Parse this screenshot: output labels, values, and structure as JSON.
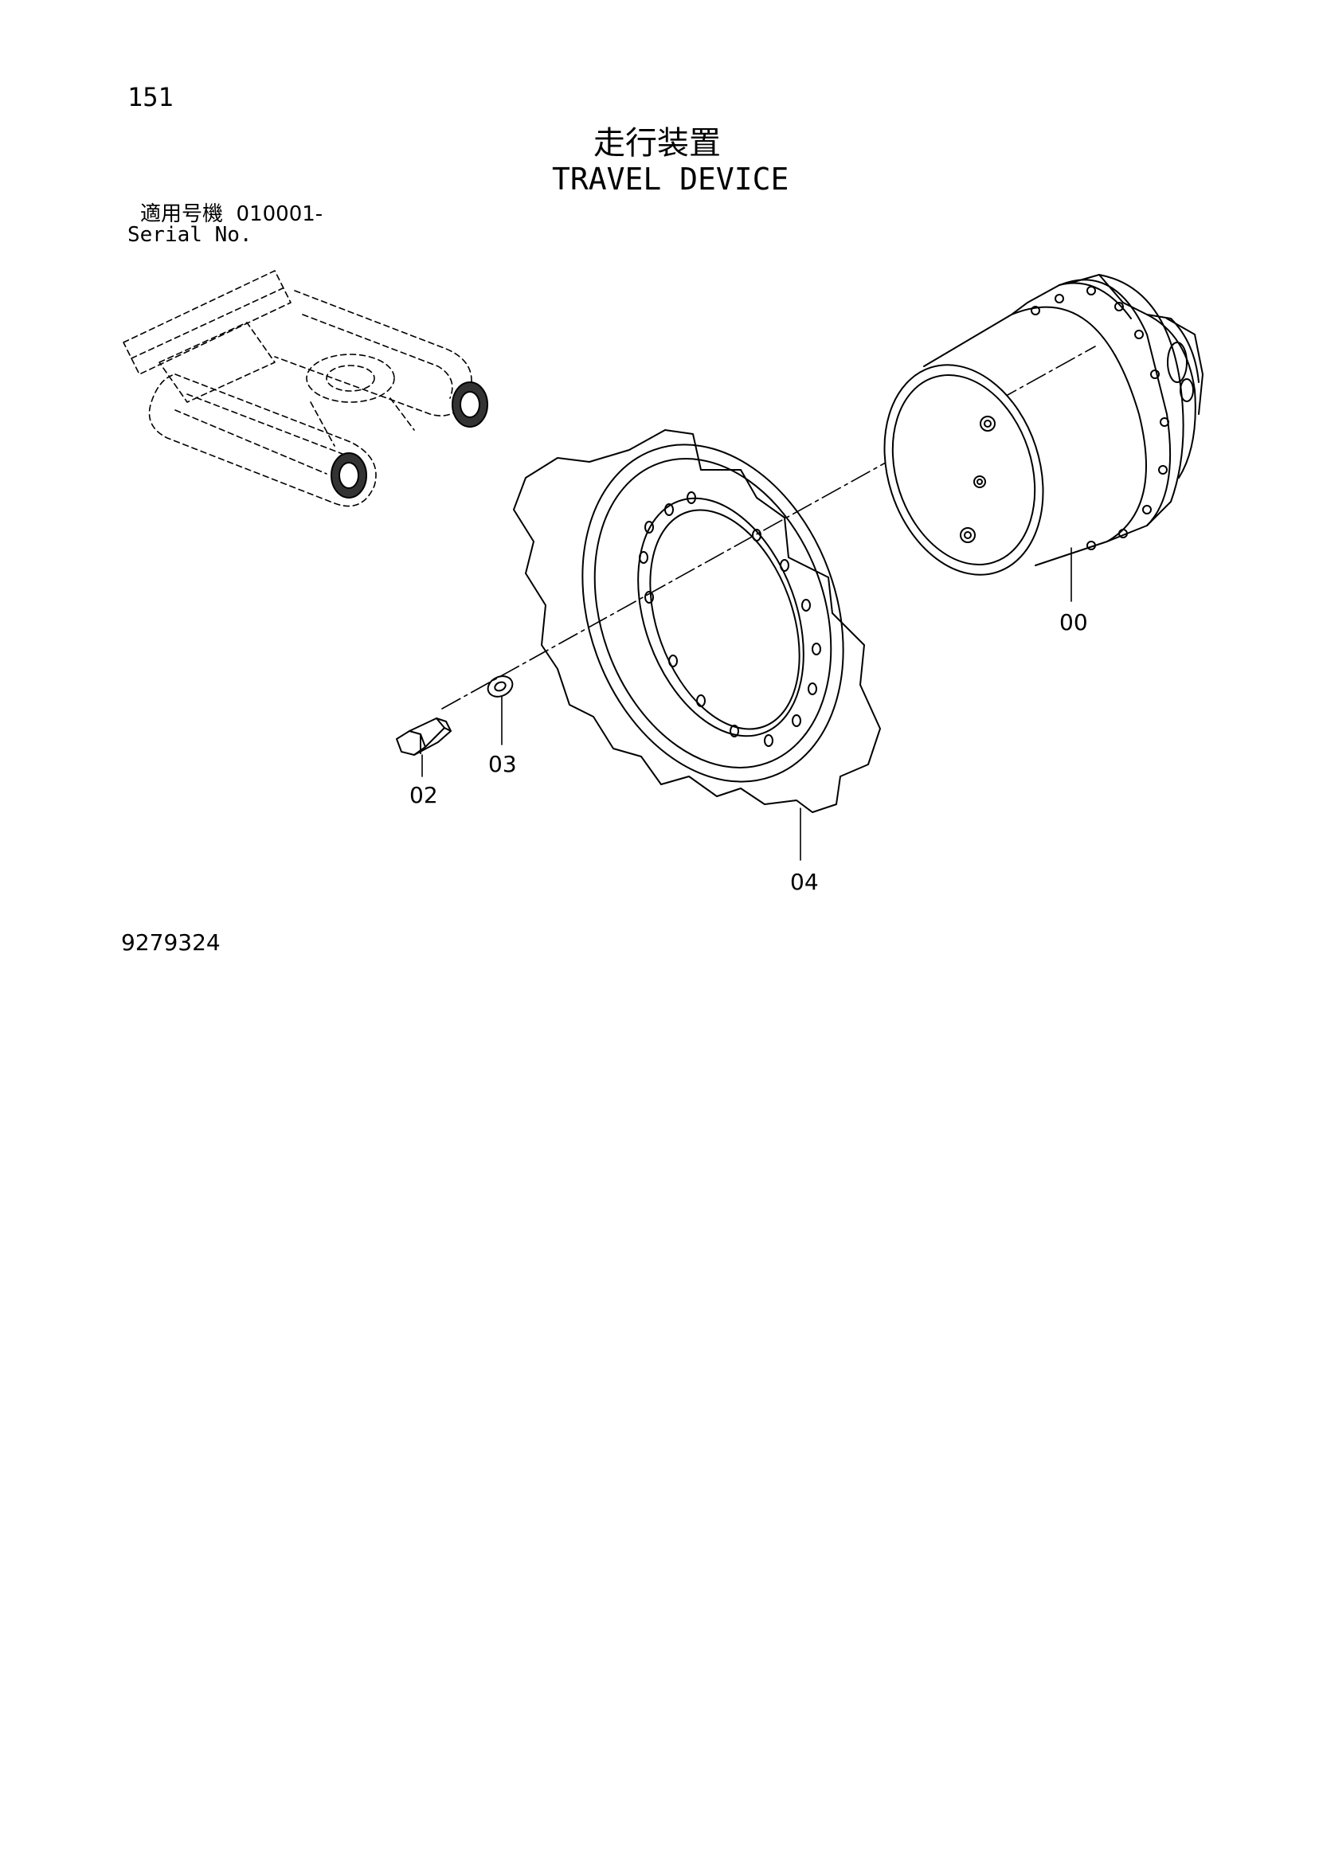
{
  "header": {
    "page_number": "151",
    "title_jp": "走行装置",
    "title_en": "TRAVEL DEVICE",
    "serial_label_jp": "適用号機",
    "serial_range": "010001-",
    "serial_label_en": "Serial No."
  },
  "parts": [
    {
      "label": "00",
      "name": "travel-device-assembly"
    },
    {
      "label": "02",
      "name": "bolt"
    },
    {
      "label": "03",
      "name": "washer"
    },
    {
      "label": "04",
      "name": "sprocket"
    }
  ],
  "footer": {
    "drawing_number": "9279324"
  }
}
